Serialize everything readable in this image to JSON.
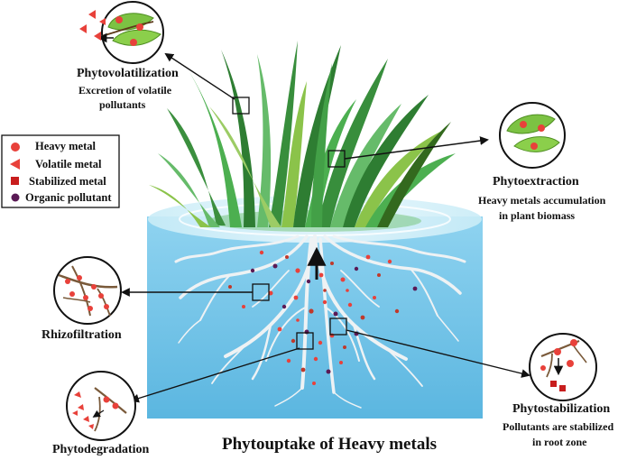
{
  "title": "Phytouptake of Heavy metals",
  "legend": [
    {
      "label": "Heavy metal",
      "icon": "red-circle-icon",
      "color": "#e8413a"
    },
    {
      "label": "Volatile metal",
      "icon": "red-triangle-icon",
      "color": "#e8413a"
    },
    {
      "label": "Stabilized metal",
      "icon": "red-square-icon",
      "color": "#c81e1e"
    },
    {
      "label": "Organic pollutant",
      "icon": "purple-circle-icon",
      "color": "#5a1a55"
    }
  ],
  "processes": {
    "phytovolatilization": {
      "title": "Phytovolatilization",
      "line1": "Excretion of volatile",
      "line2": "pollutants"
    },
    "phytoextraction": {
      "title": "Phytoextraction",
      "line1": "Heavy metals accumulation",
      "line2": "in plant biomass"
    },
    "rhizofiltration": {
      "title": "Rhizofiltration"
    },
    "phytostabilization": {
      "title": "Phytostabilization",
      "line1": "Pollutants are stabilized",
      "line2": "in root zone"
    },
    "phytodegradation": {
      "title": "Phytodegradation"
    }
  },
  "colors": {
    "water": "#6cc3e6",
    "grass_dark": "#2e7d32",
    "grass_light": "#8bc34a",
    "root": "#eceff1",
    "arrow": "#111111"
  }
}
